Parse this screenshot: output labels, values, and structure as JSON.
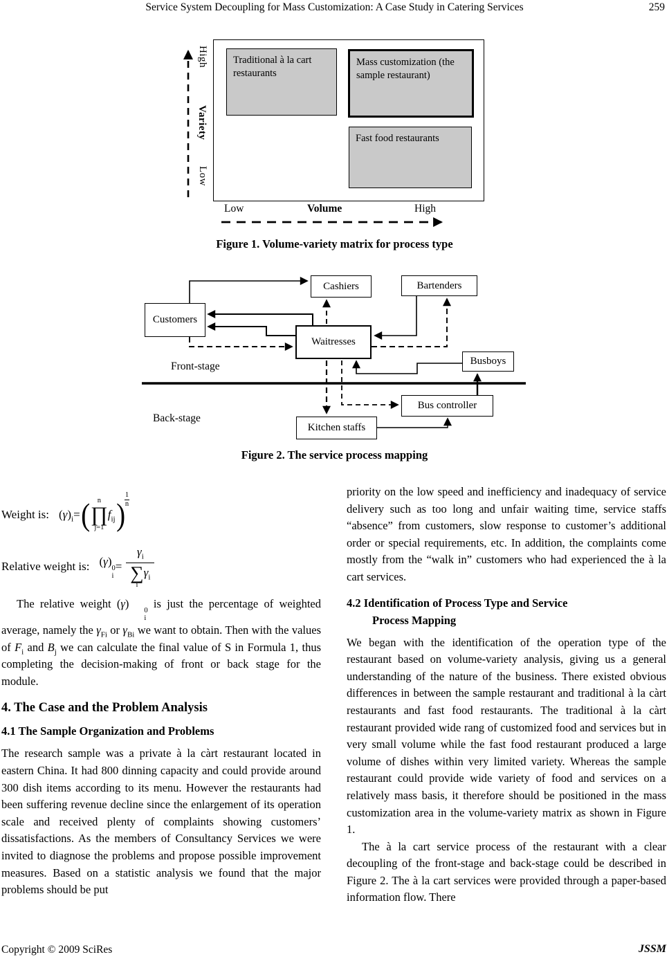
{
  "header": {
    "title": "Service System Decoupling for Mass Customization: A Case Study in Catering Services",
    "page_number": "259"
  },
  "figure1": {
    "caption": "Figure 1. Volume-variety matrix for process type",
    "y_axis": {
      "top_label": "High",
      "axis_label": "Variety",
      "bottom_label": "Low"
    },
    "x_axis": {
      "left_label": "Low",
      "axis_label": "Volume",
      "right_label": "High"
    },
    "boxes": {
      "traditional": "Traditional à la cart restaurants",
      "mass_customization": "Mass customization (the sample restaurant)",
      "fast_food": "Fast food restaurants"
    }
  },
  "figure2": {
    "caption": "Figure 2. The service process mapping",
    "nodes": {
      "cashiers": "Cashiers",
      "bartenders": "Bartenders",
      "customers": "Customers",
      "waitresses": "Waitresses",
      "busboys": "Busboys",
      "bus_controller": "Bus controller",
      "kitchen_staffs": "Kitchen staffs"
    },
    "labels": {
      "front_stage": "Front-stage",
      "back_stage": "Back-stage"
    }
  },
  "formulas": {
    "weight": {
      "label": "Weight is:",
      "lhs_open": "(",
      "gamma": "γ",
      "lhs_close": ")",
      "lhs_sub": "i",
      "eq": "=",
      "open_paren": "(",
      "close_paren": ")",
      "prod_top": "n",
      "prod_symbol": "∏",
      "prod_bottom": "j=1",
      "operand": "f",
      "operand_sub": "ij",
      "exp_num": "1",
      "exp_den": "n"
    },
    "relative": {
      "label": "Relative weight is:",
      "lhs_open": "(",
      "gamma": "γ",
      "lhs_close": ")",
      "lhs_sup": "0",
      "lhs_sub": "i",
      "eq": "=",
      "num": "γ",
      "num_sub": "i",
      "sum_symbol": "∑",
      "sum_sub": "i",
      "den": "γ",
      "den_sub": "i"
    }
  },
  "left_column": {
    "relative_weight_paragraph": [
      {
        "t": "The relative weight "
      },
      {
        "t": "(",
        "s": ""
      },
      {
        "t": "γ",
        "s": "var"
      },
      {
        "t": ")",
        "s": ""
      },
      {
        "sup": "0",
        "sub": "i",
        "s": "stack"
      },
      {
        "t": " is just the percentage of weighted average, namely the "
      },
      {
        "t": "γ",
        "s": "var"
      },
      {
        "t": "Fi",
        "s": "sub"
      },
      {
        "t": " or "
      },
      {
        "t": "γ",
        "s": "var"
      },
      {
        "t": "Bi",
        "s": "sub"
      },
      {
        "t": " we want to obtain. Then with the values of "
      },
      {
        "t": "F",
        "s": "var"
      },
      {
        "t": "i",
        "s": "sub"
      },
      {
        "t": " and "
      },
      {
        "t": "B",
        "s": "var"
      },
      {
        "t": "j",
        "s": "sub"
      },
      {
        "t": " we can calculate the final value of S in Formula 1, thus completing the decision-making of front or back stage for the module."
      }
    ],
    "heading_section4": "4. The Case and the Problem Analysis",
    "heading_section41": "4.1 The Sample Organization and Problems",
    "sample_paragraph": "The research sample was a private à la càrt restaurant located in eastern China. It had 800 dinning capacity and could provide around 300 dish items according to its menu. However the restaurants had been suffering revenue decline since the enlargement of its operation scale and received plenty of complaints showing customers’ dissatisfactions. As the members of Consultancy Services we were invited to diagnose the problems and propose possible improvement measures. Based on a statistic analysis we found that the major problems should be put"
  },
  "right_column": {
    "priority_paragraph": "priority on the low speed and inefficiency and inadequacy of service delivery such as too long and unfair waiting time, service staffs “absence” from customers, slow response to customer’s additional order or special requirements, etc. In addition, the complaints come mostly from the “walk in” customers who had experienced the à la cart services.",
    "heading_section42_line1": "4.2 Identification of Process Type and Service",
    "heading_section42_line2": "Process Mapping",
    "we_began_paragraph": "We began with the identification of the operation type of the restaurant based on volume-variety analysis, giving us a general understanding of the nature of the business. There existed obvious differences in between the sample restaurant and traditional à la càrt restaurants and fast food restaurants. The traditional à la càrt restaurant provided wide rang of customized food and services but in very small volume while the fast food restaurant produced a large volume of dishes within very limited variety. Whereas the sample restaurant could provide wide variety of food and services on a relatively mass basis, it therefore should be positioned in the mass customization area in the volume-variety matrix as shown in Figure 1.",
    "alacart_paragraph": "The à la cart service process of the restaurant with a clear decoupling of the front-stage and back-stage could be described in Figure 2. The à la cart services were provided through a paper-based information flow. There"
  },
  "footer": {
    "copyright": "Copyright © 2009 SciRes",
    "journal": "JSSM"
  }
}
